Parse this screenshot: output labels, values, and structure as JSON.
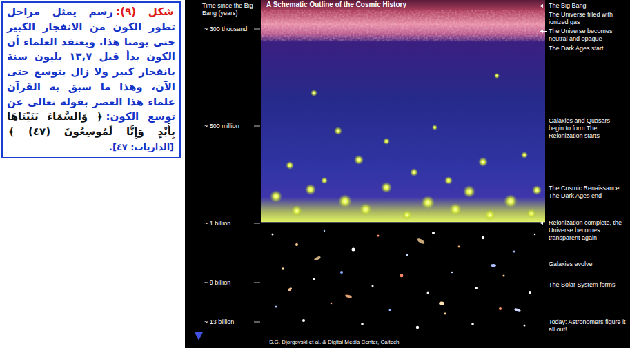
{
  "diagram": {
    "title": "A Schematic Outline of the Cosmic History",
    "nodes": [
      {
        "text": [
          "شكل (٩):",
          "رسم يمثل مراحل تطور الكون من الانفجار الكبير حتى يومنا هذا. ويعتقد العلماء أن الكون بدأ قبل ١٣,٧ بليون سنة بانفجار كبير ولا زال يتوسع حتى الآن، وهذا ما سبق به القرآن علماء هذا العصر بقوله تعالى عن توسع الكون:",
          "﴿ وَالسَّمَاءَ بَنَيْنَاهَا بِأَيْدٍ وَإِنَّا لَمُوسِعُونَ (٤٧) ﴾",
          "[الذاريات: ٤٧]."
        ]
      }
    ],
    "labels": [
      "Time since the Big Bang (years)",
      "~ 300 thousand",
      "~ 500 million",
      "~ 1 billion",
      "~ 9 billion",
      "~ 13 billion",
      "The Big Bang",
      "The Universe filled with ionized gas",
      "The Universe becomes neutral and opaque",
      "The Dark Ages start",
      "Galaxies and Quasars begin to form The Reionization starts",
      "The Cosmic Renaissance The Dark Ages end",
      "Reionization complete, the Universe becomes transparent again",
      "Galaxies evolve",
      "The Solar System forms",
      "Today: Astronomers figure it all out!",
      "S.G. Djorgovski et al. & Digital Media Center, Caltech"
    ]
  }
}
